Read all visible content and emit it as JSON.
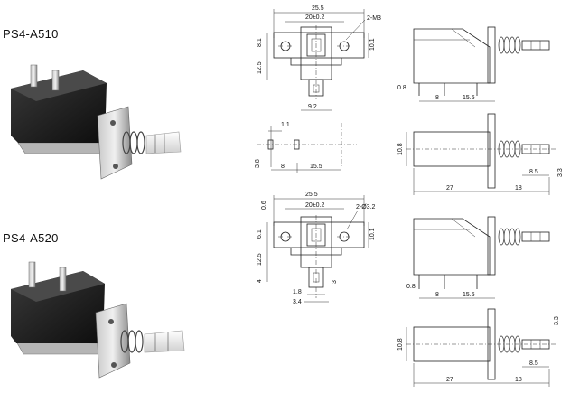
{
  "models": [
    {
      "name": "PS4-A510"
    },
    {
      "name": "PS4-A520"
    }
  ],
  "drawing_a510_front": {
    "width": "25.5",
    "pitch": "20±0.2",
    "hole": "2-M3",
    "h1": "8.1",
    "h2": "12.5",
    "h3": "10.1",
    "bottom": "9.2"
  },
  "drawing_a510_pins": {
    "pin": "1.1",
    "h": "3.8",
    "a": "8",
    "b": "15.5"
  },
  "drawing_a510_side": {
    "left": "0.8",
    "a": "8",
    "b": "15.5"
  },
  "drawing_a510_top": {
    "h": "10.8",
    "c": "8.5",
    "d": "3.3",
    "body": "27",
    "plunger": "18"
  },
  "drawing_a520_front": {
    "width": "25.5",
    "pitch": "20±0.2",
    "hole": "2-Ø3.2",
    "top": "0.6",
    "h1": "6.1",
    "h2": "12.5",
    "h3": "10.1",
    "low": "4",
    "r": "3",
    "w1": "1.8",
    "w2": "3.4"
  },
  "drawing_a520_side": {
    "left": "0.8",
    "a": "8",
    "b": "15.5"
  },
  "drawing_a520_top": {
    "h": "10.8",
    "c": "8.5",
    "d": "3.3",
    "body": "27",
    "plunger": "18"
  }
}
